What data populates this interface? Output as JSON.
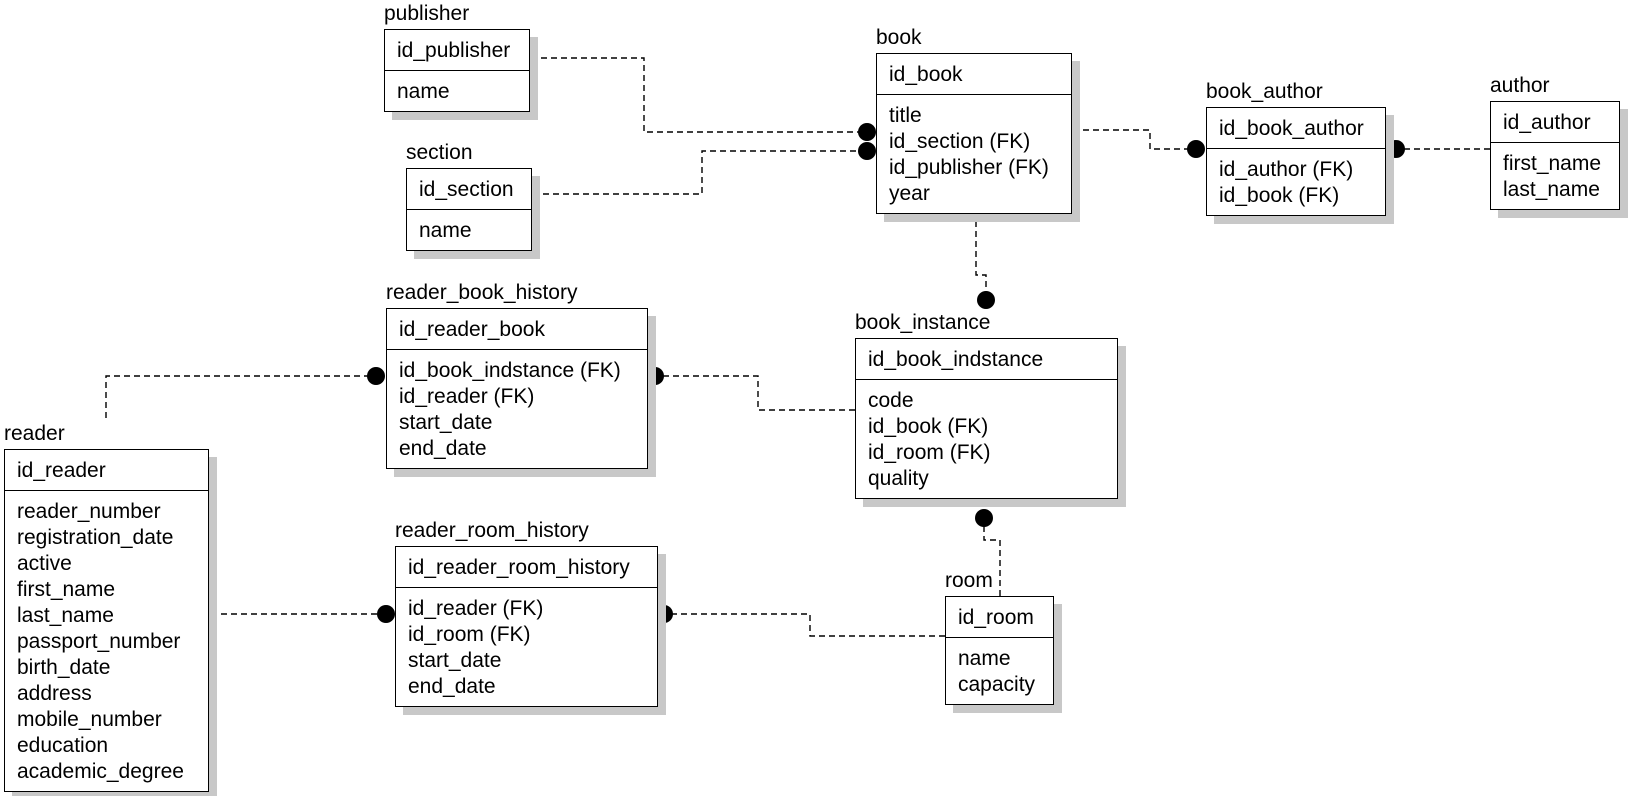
{
  "entities": {
    "publisher": {
      "name": "publisher",
      "pk": "id_publisher",
      "attributes": [
        "name"
      ]
    },
    "section": {
      "name": "section",
      "pk": "id_section",
      "attributes": [
        "name"
      ]
    },
    "book": {
      "name": "book",
      "pk": "id_book",
      "attributes": [
        "title",
        "id_section (FK)",
        "id_publisher (FK)",
        "year"
      ]
    },
    "book_author": {
      "name": "book_author",
      "pk": "id_book_author",
      "attributes": [
        "id_author (FK)",
        "id_book (FK)"
      ]
    },
    "author": {
      "name": "author",
      "pk": "id_author",
      "attributes": [
        "first_name",
        "last_name"
      ]
    },
    "reader_book_history": {
      "name": "reader_book_history",
      "pk": "id_reader_book",
      "attributes": [
        "id_book_indstance (FK)",
        "id_reader (FK)",
        "start_date",
        "end_date"
      ]
    },
    "book_instance": {
      "name": "book_instance",
      "pk": "id_book_indstance",
      "attributes": [
        "code",
        "id_book (FK)",
        "id_room (FK)",
        "quality"
      ]
    },
    "reader": {
      "name": "reader",
      "pk": "id_reader",
      "attributes": [
        "reader_number",
        "registration_date",
        "active",
        "first_name",
        "last_name",
        "passport_number",
        "birth_date",
        "address",
        "mobile_number",
        "education",
        "academic_degree"
      ]
    },
    "reader_room_history": {
      "name": "reader_room_history",
      "pk": "id_reader_room_history",
      "attributes": [
        "id_reader (FK)",
        "id_room (FK)",
        "start_date",
        "end_date"
      ]
    },
    "room": {
      "name": "room",
      "pk": "id_room",
      "attributes": [
        "name",
        "capacity"
      ]
    }
  },
  "relationships": [
    {
      "from": "publisher",
      "to": "book"
    },
    {
      "from": "section",
      "to": "book"
    },
    {
      "from": "book",
      "to": "book_author"
    },
    {
      "from": "author",
      "to": "book_author"
    },
    {
      "from": "book",
      "to": "book_instance"
    },
    {
      "from": "book_instance",
      "to": "reader_book_history"
    },
    {
      "from": "reader",
      "to": "reader_book_history"
    },
    {
      "from": "room",
      "to": "book_instance"
    },
    {
      "from": "reader",
      "to": "reader_room_history"
    },
    {
      "from": "room",
      "to": "reader_room_history"
    }
  ]
}
